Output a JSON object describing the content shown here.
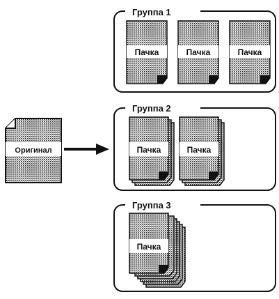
{
  "colors": {
    "ink": "#111111",
    "paper": "#ffffff",
    "hatch": "#2b2b2b"
  },
  "original": {
    "label": "Оригинал"
  },
  "groups": [
    {
      "title": "Группа 1",
      "packs": [
        "Пачка",
        "Пачка",
        "Пачка"
      ]
    },
    {
      "title": "Группа 2",
      "packs": [
        "Пачка",
        "Пачка"
      ]
    },
    {
      "title": "Группа 3",
      "packs": [
        "Пачка"
      ]
    }
  ]
}
